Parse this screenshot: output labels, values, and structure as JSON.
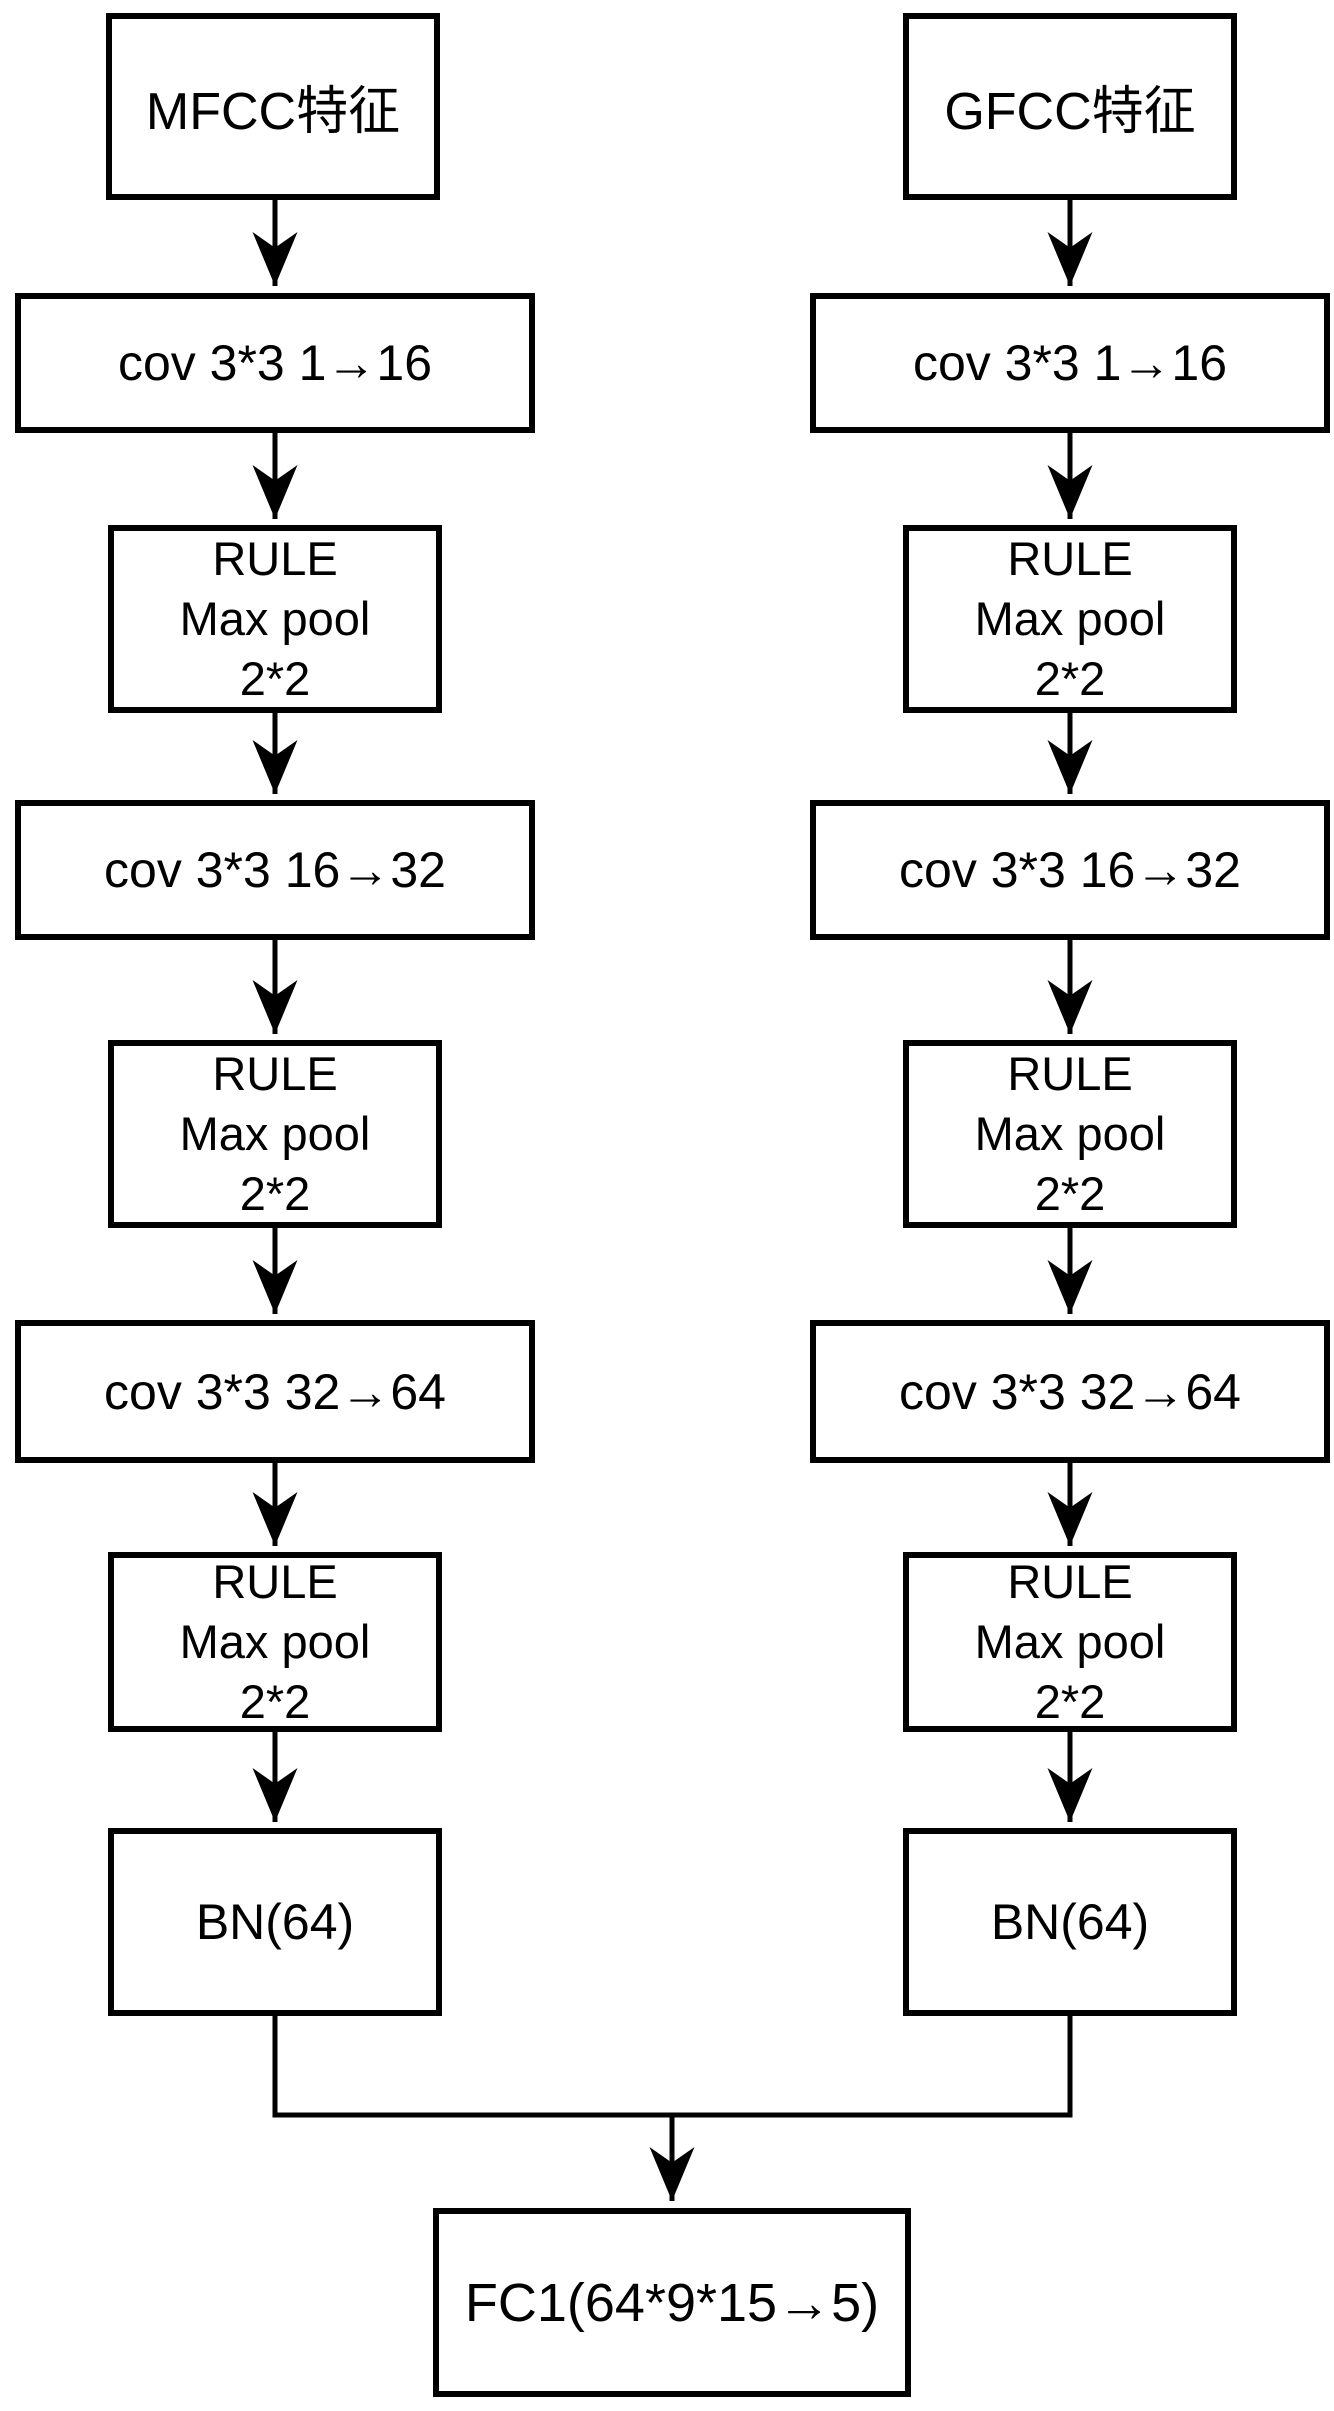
{
  "diagram": {
    "type": "flowchart",
    "background_color": "#ffffff",
    "stroke_color": "#000000",
    "left_branch": {
      "input_label": "MFCC特征",
      "conv1_label": "cov 3*3 1→16",
      "pool1_lines": [
        "RULE",
        "Max pool",
        "2*2"
      ],
      "conv2_label": "cov 3*3 16→32",
      "pool2_lines": [
        "RULE",
        "Max pool",
        "2*2"
      ],
      "conv3_label": "cov 3*3 32→64",
      "pool3_lines": [
        "RULE",
        "Max pool",
        "2*2"
      ],
      "bn_label": "BN(64)"
    },
    "right_branch": {
      "input_label": "GFCC特征",
      "conv1_label": "cov 3*3 1→16",
      "pool1_lines": [
        "RULE",
        "Max pool",
        "2*2"
      ],
      "conv2_label": "cov 3*3 16→32",
      "pool2_lines": [
        "RULE",
        "Max pool",
        "2*2"
      ],
      "conv3_label": "cov 3*3 32→64",
      "pool3_lines": [
        "RULE",
        "Max pool",
        "2*2"
      ],
      "bn_label": "BN(64)"
    },
    "output": {
      "fc_label": "FC1(64*9*15→5)"
    }
  }
}
